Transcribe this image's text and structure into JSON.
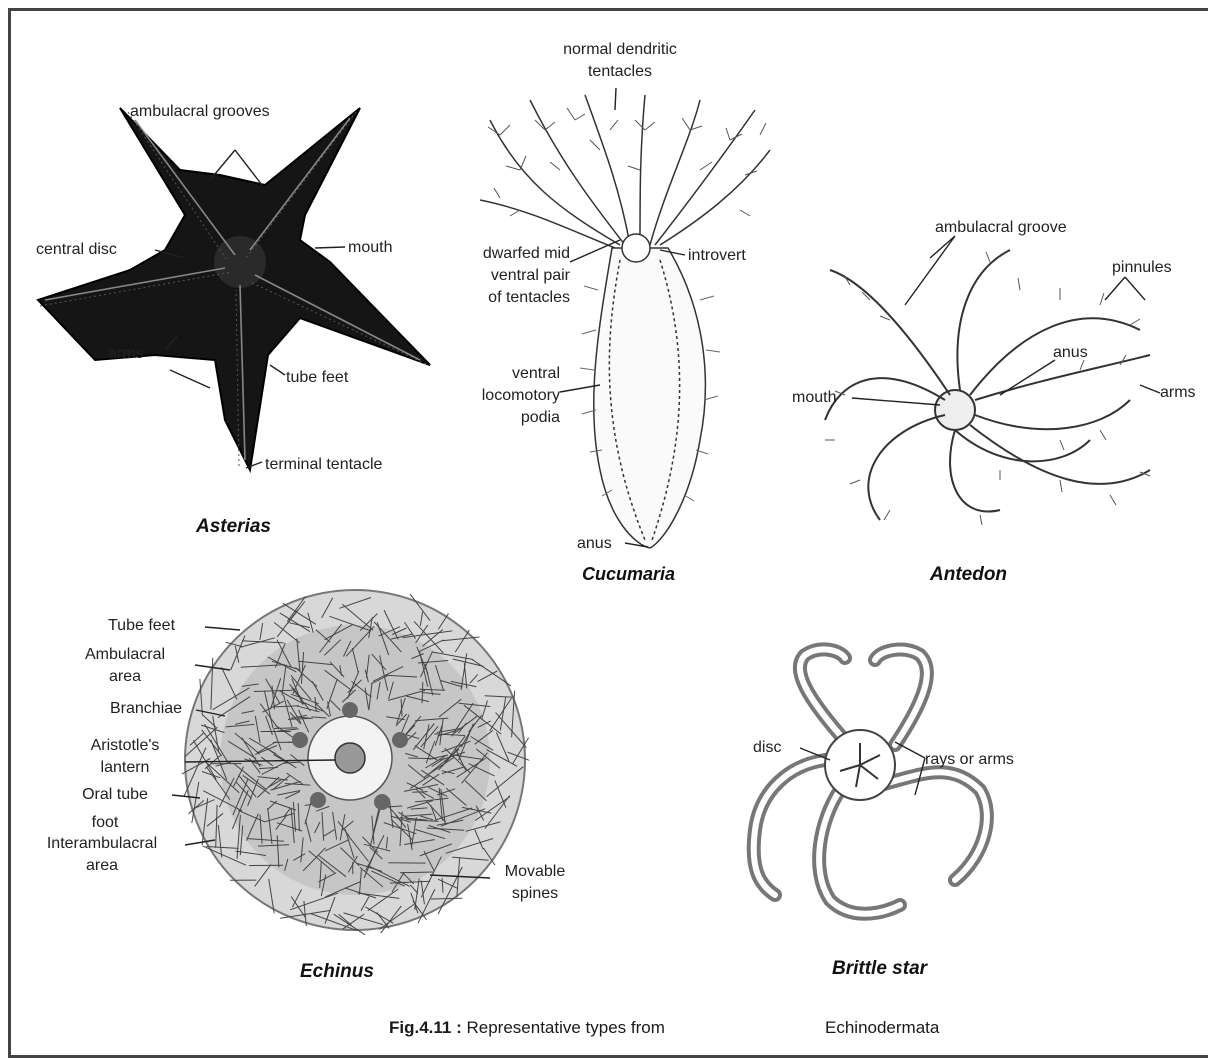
{
  "figure": {
    "caption_number": "Fig.4.11 :",
    "caption_text": "Representative types from",
    "caption_group": "Echinodermata"
  },
  "asterias": {
    "name": "Asterias",
    "labels": {
      "ambulacral_grooves": "ambulacral grooves",
      "central_disc": "central disc",
      "mouth": "mouth",
      "arms": "arms",
      "tube_feet": "tube feet",
      "terminal_tentacle": "terminal tentacle"
    }
  },
  "cucumaria": {
    "name": "Cucumaria",
    "labels": {
      "normal_dendritic_1": "normal dendritic",
      "normal_dendritic_2": "tentacles",
      "dwarfed_1": "dwarfed mid",
      "dwarfed_2": "ventral pair",
      "dwarfed_3": "of tentacles",
      "introvert": "introvert",
      "ventral_1": "ventral",
      "ventral_2": "locomotory",
      "ventral_3": "podia",
      "anus": "anus"
    }
  },
  "antedon": {
    "name": "Antedon",
    "labels": {
      "ambulacral_groove": "ambulacral groove",
      "pinnules": "pinnules",
      "anus": "anus",
      "arms": "arms",
      "mouth": "mouth"
    }
  },
  "echinus": {
    "name": "Echinus",
    "labels": {
      "tube_feet": "Tube feet",
      "ambulacral_1": "Ambulacral",
      "ambulacral_2": "area",
      "branchiae": "Branchiae",
      "aristotle_1": "Aristotle's",
      "aristotle_2": "lantern",
      "oral_1": "Oral tube",
      "oral_2": "foot",
      "interamb_1": "Interambulacral",
      "interamb_2": "area",
      "movable_1": "Movable",
      "movable_2": "spines"
    }
  },
  "brittle_star": {
    "name": "Brittle star",
    "labels": {
      "disc": "disc",
      "rays": "rays or arms"
    }
  },
  "colors": {
    "ink": "#1a1a1a",
    "frame": "#444444",
    "paper": "#ffffff"
  }
}
